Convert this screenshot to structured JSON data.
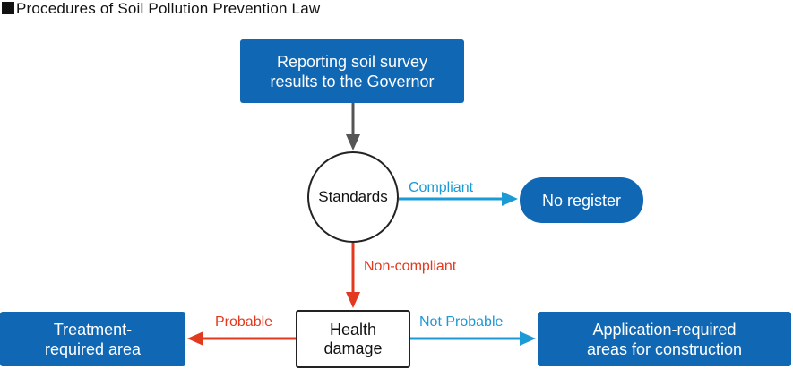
{
  "title": "Procedures of Soil Pollution Prevention Law",
  "nodes": {
    "report": {
      "line1": "Reporting soil survey",
      "line2": "results to the Governor"
    },
    "standards": "Standards",
    "no_register": "No register",
    "health": {
      "line1": "Health",
      "line2": "damage"
    },
    "treatment": {
      "line1": "Treatment-",
      "line2": "required area"
    },
    "application": {
      "line1": "Application-required",
      "line2": "areas for construction"
    }
  },
  "edges": {
    "compliant": "Compliant",
    "non_compliant": "Non-compliant",
    "probable": "Probable",
    "not_probable": "Not Probable"
  },
  "colors": {
    "box_blue": "#1068b5",
    "arrow_gray": "#555555",
    "arrow_light_blue": "#1b9ad6",
    "arrow_red": "#e2391f"
  }
}
